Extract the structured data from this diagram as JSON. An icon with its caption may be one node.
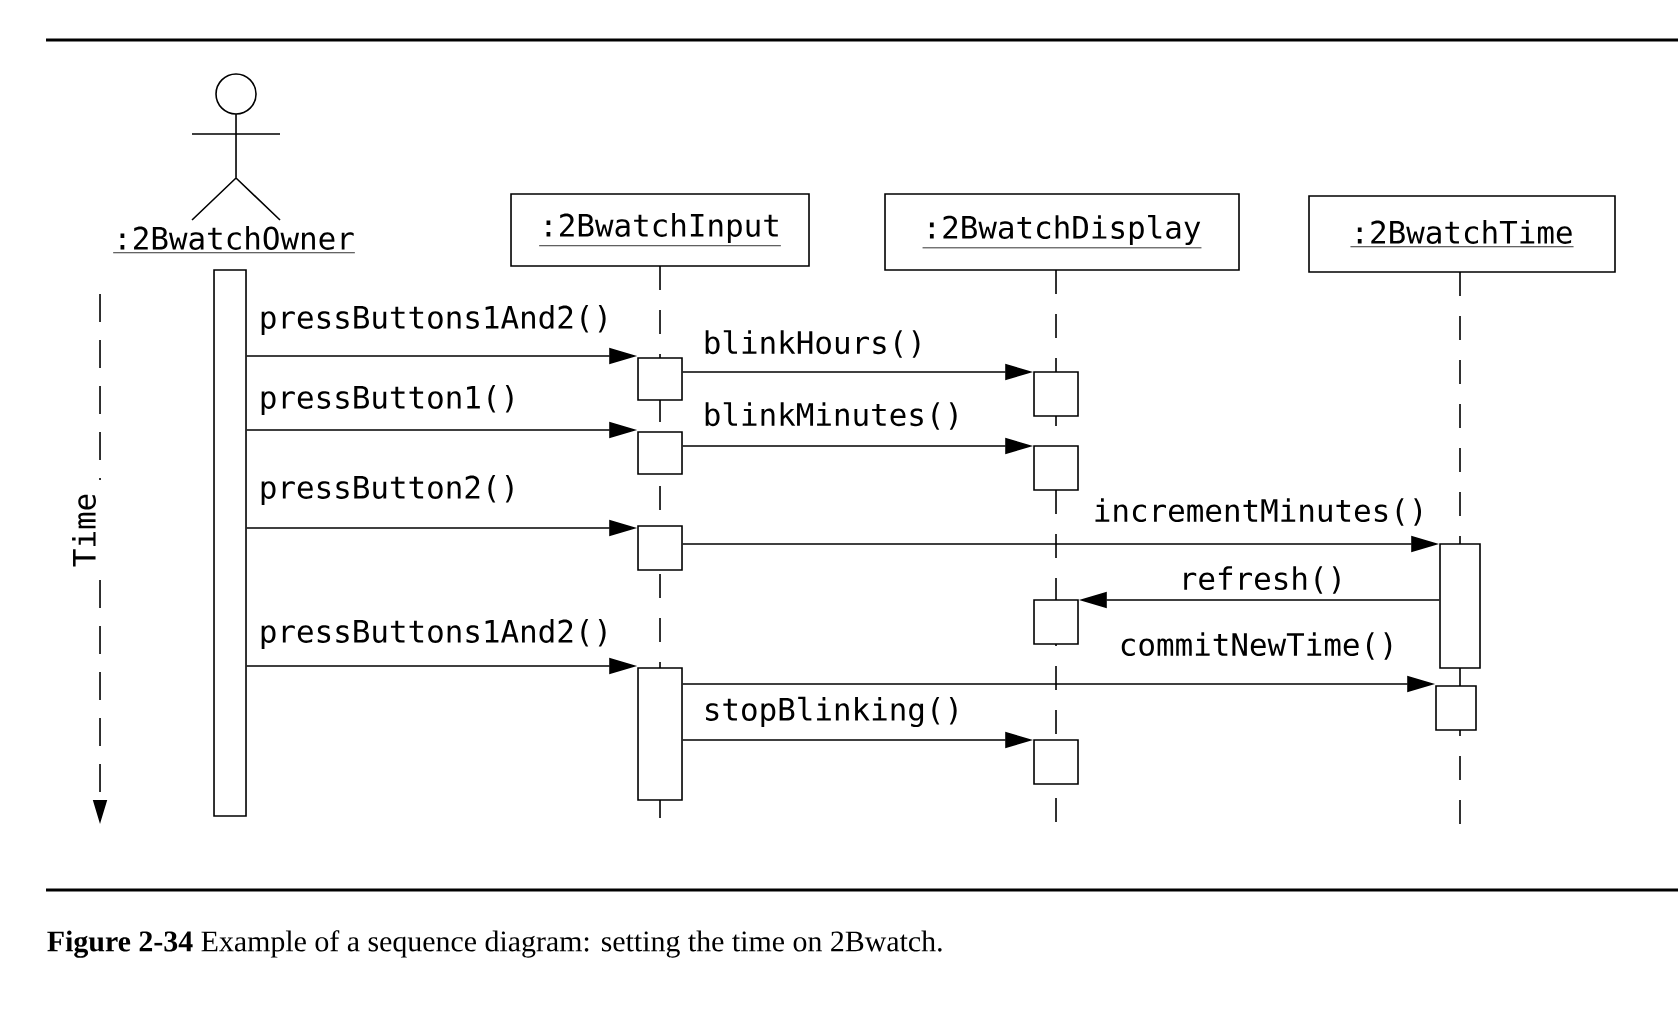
{
  "diagram": {
    "caption": "**Figure 2-34** Example of a sequence diagram: setting the time on 2Bwatch.",
    "nodes": [
      {
        "text": [
          ":2BwatchOwner"
        ]
      },
      {
        "text": [
          ":2BwatchInput"
        ]
      },
      {
        "text": [
          ":2BwatchDisplay"
        ]
      },
      {
        "text": [
          ":2BwatchTime"
        ]
      },
      {
        "text": [],
        "shape": "bar"
      },
      {
        "text": [],
        "shape": "bar"
      },
      {
        "text": [],
        "shape": "bar"
      },
      {
        "text": [],
        "shape": "bar"
      },
      {
        "text": [],
        "shape": "bar"
      },
      {
        "text": [],
        "shape": "bar"
      },
      {
        "text": [],
        "shape": "bar"
      },
      {
        "text": [],
        "shape": "bar"
      },
      {
        "text": [],
        "shape": "bar"
      },
      {
        "text": [],
        "shape": "bar"
      },
      {
        "text": [],
        "shape": "bar"
      }
    ],
    "edges": [
      {
        "from": 4,
        "to": 5,
        "arrow": "to",
        "label": "pressButtons1And2()"
      },
      {
        "from": 4,
        "to": 6,
        "arrow": "to",
        "label": "pressButton1()"
      },
      {
        "from": 4,
        "to": 7,
        "arrow": "to",
        "label": "pressButton2()"
      },
      {
        "from": 4,
        "to": 8,
        "arrow": "to",
        "label": "pressButtons1And2()"
      },
      {
        "from": 5,
        "to": 9,
        "arrow": "to",
        "label": "blinkHours()"
      },
      {
        "from": 6,
        "to": 10,
        "arrow": "to",
        "label": "blinkMinutes()"
      },
      {
        "from": 7,
        "to": 13,
        "arrow": "to",
        "label": "incrementMinutes()"
      },
      {
        "from": 13,
        "to": 11,
        "arrow": "to",
        "label": "refresh()"
      },
      {
        "from": 8,
        "to": 14,
        "arrow": "to",
        "label": "commitNewTime()"
      },
      {
        "from": 8,
        "to": 12,
        "arrow": "to",
        "label": "stopBlinking()"
      }
    ],
    "labels": [
      "Time"
    ]
  }
}
